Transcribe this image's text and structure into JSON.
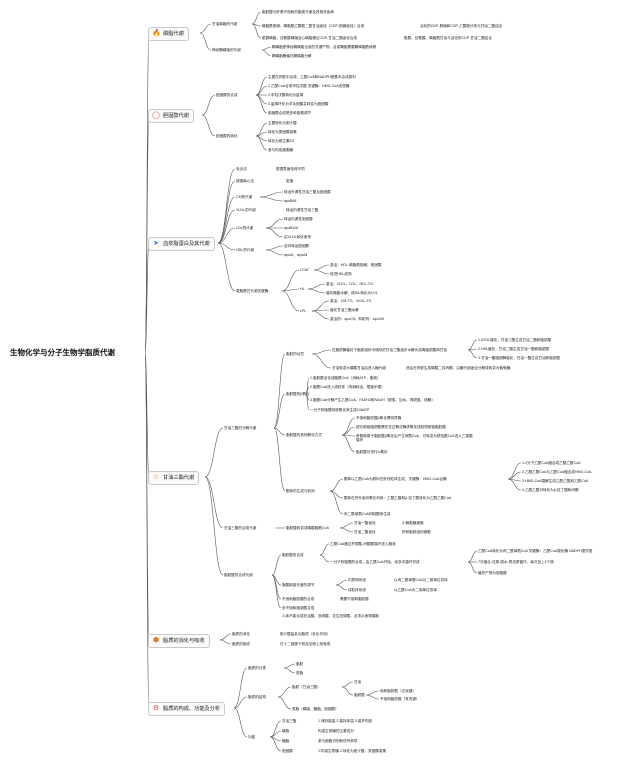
{
  "root": {
    "title": "生物化学与分子生物学脂质代谢"
  },
  "branches": {
    "b1": {
      "label": "磷脂代谢",
      "icon": "flame-icon",
      "icon_color": "#e0621f",
      "groups": {
        "g1": {
          "label": "甘油磷脂的代谢",
          "items": {
            "i1": "脂肪酸与肝素不饱和的脂类代谢及其相关疾病",
            "i2": "磷脂酰胆碱、磷脂酰乙醇胺二酰甘油途径（CDP-胆碱途径）合成",
            "i2b": "活化的CDP-胆碱和CDP-乙醇胺分别与甘油二酯结合",
            "i3": "肌醇磷脂、丝氨酸磷脂及心磷脂通过CDP-甘油二酯途径合成",
            "i3b": "肌醇、丝氨酸、磷脂酰甘油与活化的CDP-甘油二酯结合"
          }
        },
        "g2": {
          "label": "神经鞘磷脂的代谢",
          "items": {
            "i1": "鞘磷脂是神经鞘磷脂合成的关键产物，合成鞘脂需要鞘磷脂酰转移",
            "i2": "鞘磷脂酶催化鞘磷脂分解"
          }
        }
      }
    },
    "b2": {
      "label": "胆固醇代谢",
      "icon": "steroid-ring-icon",
      "icon_color": "#d9534f",
      "groups": {
        "g1": {
          "label": "胆固醇的合成",
          "items": {
            "i1": "主要在肝脏中合成，乙酰CoA和NADPH是基本合成原料",
            "i2": "1.乙酰CoA合成甲羟戊酸 关键酶：HMG-CoA还原酶",
            "i3": "2.甲羟戊酸转化为鲨烯",
            "i4": "3.鲨烯环化为羊毛固醇并转变为胆固醇",
            "i5": "胆固醇合成受多种因素调节"
          }
        },
        "g2": {
          "label": "胆固醇的转化",
          "items": {
            "i1": "主要转化为胆汁酸",
            "i2": "转化为类固醇激素",
            "i3": "转化为维生素D3",
            "i4": "参与构成细胞膜"
          }
        }
      }
    },
    "b3": {
      "label": "血浆脂蛋白及其代谢",
      "icon": "paper-plane-icon",
      "icon_color": "#3a7bd5",
      "groups": {
        "g1": {
          "label": "电泳法",
          "items": {
            "i1": "根据表面电荷不同"
          }
        },
        "g2": {
          "label": "超速离心法",
          "items": {
            "i1": "密度"
          }
        },
        "g3": {
          "label": "CM的代谢",
          "items": {
            "i1": "转运外源性甘油三酯及胆固醇",
            "i2": "apoB48"
          }
        },
        "g4": {
          "label": "VLDL的代谢",
          "items": {
            "i1": "转运内源性甘油三酯"
          }
        },
        "g5": {
          "label": "LDL的代谢",
          "items": {
            "i1": "转运内源性胆固醇",
            "i2": "apoB100",
            "i3": "由VLDL转化而来"
          }
        },
        "g6": {
          "label": "HDL的代谢",
          "items": {
            "i1": "逆向转运胆固醇",
            "i2": "apoAⅠ、apoAⅡ"
          }
        },
        "g7": {
          "label": "载脂蛋白代谢关键酶",
          "subs": {
            "s1": {
              "label": "LCAT",
              "items": {
                "i1": "激活：HDL·磷脂酰胆碱、胆固醇",
                "i2": "促进HDL成熟"
              }
            },
            "s2": {
              "label": "HL",
              "items": {
                "i1": "激活：VLDL、LDL、HDL-TG",
                "i2": "催化磷脂水解，使IDL转化为LDL"
              }
            },
            "s3": {
              "label": "LPL",
              "items": {
                "i1": "激活：CM-TG、VLDL-TG",
                "i2": "催化甘油三酯水解",
                "i3": "激活剂：apoCⅡ；抑制剂：apoCⅢ"
              }
            }
          }
        }
      }
    },
    "b4": {
      "label": "甘油三酯代谢",
      "icon": "star-icon",
      "icon_color": "#e64a19",
      "groups": {
        "g1": {
          "label": "甘油三酯的分解代谢",
          "subs": {
            "s1": {
              "label": "脂肪的动员",
              "items": {
                "i1": "在脂肪酶催化下脂肪组织中储存的甘油三酯逐步水解为游离脂肪酸和甘油",
                "i1a": "1.ATGL催化，甘油三酯生成甘油二酯和脂肪酸",
                "i1b": "2.HSL催化，甘油二酯生成甘油一酯和脂肪酸",
                "i1c": "3.甘油一酯脂肪酶催化，甘油一酯生成甘油和脂肪酸",
                "i2": "甘油转变为磷酸甘油后进入糖代谢",
                "i2b": "然后在肝脏生成磷酸二羟丙酮，沿糖代谢途径分解或转变为葡萄糖"
              }
            },
            "s2": {
              "label": "脂肪酸的β氧化",
              "items": {
                "i1": "1.脂肪酸活化成脂酰CoA（消耗ATP，胞液）",
                "i2": "2.脂酰CoA进入线粒体（肉碱转运，限速步骤）",
                "i3": "3.脂酰CoA分解产生乙酰CoA、FADH2和NADH（脱氢、加水、再脱氢、硫解）",
                "i4": "一分子软脂酸彻底氧化净生成106ATP"
              }
            },
            "s3": {
              "label": "脂肪酸的其他氧化方式",
              "items": {
                "i1": "不饱和脂肪酸β氧化需特异酶",
                "i2": "超长碳链脂肪酸需先在过氧化酶体氧化成较短碳链脂肪酸",
                "i3": "奇数碳原子脂肪酸β氧化后产生丙酰CoA，可转变为琥珀酰CoA进入三羧酸循环",
                "i4": "脂肪酸可进行ω氧化"
              }
            },
            "s4": {
              "label": "酮体的生成与利用",
              "items": {
                "i1": "酮体以乙酰CoA为原料在肝线粒体生成，关键酶：HMG-CoA合酶",
                "i1a": "1.2分子乙酰CoA缩合成乙酰乙酰CoA",
                "i1b": "2.乙酰乙酰CoA与乙酰CoA缩合成HMG-CoA",
                "i1c": "3.HMG-CoA裂解生成乙酰乙酸和乙酰CoA",
                "i1d": "4.乙酰乙酸可转化为β-羟丁酸和丙酮",
                "i2": "酮体在肝外组织氧化利用：乙酰乙酸和β-羟丁酸转化为乙酰乙酰CoA",
                "i3": "丙二酰单酰CoA抑制酮体生成"
              }
            }
          }
        },
        "g2": {
          "label": "甘油三酯的合成代谢",
          "subs": {
            "s1": {
              "label": "脂肪酸转变成磷酸脂酰CoA",
              "items": {
                "i1": "甘油一酯途径",
                "i1b": "小肠黏膜细胞",
                "i2": "甘油二酯途径",
                "i2b": "肝和脂肪组织细胞"
              }
            }
          }
        },
        "g3": {
          "label": "脂肪酸的合成代谢",
          "subs": {
            "s1": {
              "label": "脂肪酸的合成",
              "items": {
                "i1": "乙酰CoA通过柠檬酸-丙酮酸循环进入胞液",
                "i2": "一分子软脂酸的合成，由乙酰CoA开始，经多次循环完成",
                "i2a": "乙酰CoA转化为丙二酰单酰CoA 关键酶：乙酰CoA羧化酶 NADPH提供氢",
                "i2b": "7次缩合-还原-脱水-再还原循环，每次加上2个碳",
                "i2c": "最终产物为软脂酸"
              }
            },
            "s2": {
              "label": "脂酸碳链长度的调节",
              "items": {
                "i1": "内质网系统",
                "i1b": "以丙二酰单酰CoA为二碳单位供体",
                "i2": "线粒体系统",
                "i2b": "以乙酰CoA为二碳单位供体"
              }
            },
            "s3": {
              "label": "不饱和脂肪酸的合成",
              "items": {
                "i1": "需要不饱和脂肪酸"
              }
            },
            "s4": {
              "label": "多不饱和脂肪酸合成",
              "items": {
                "i1": "人体不能合成亚油酸、亚麻酸、花生四烯酸，必须从食物摄取"
              }
            }
          }
        }
      }
    },
    "b5": {
      "label": "脂质的消化与吸收",
      "icon": "hexagon-icon",
      "icon_color": "#e07a1f",
      "groups": {
        "g1": {
          "label": "脂质的消化",
          "items": {
            "i1": "胆汁酸盐乳化脂质（乳化作用）"
          }
        },
        "g2": {
          "label": "脂质的吸收",
          "items": {
            "i1": "在十二指肠下段及空肠上段吸收"
          }
        }
      }
    },
    "b6": {
      "label": "脂质的构成、功能及分析",
      "icon": "gear-icon",
      "icon_color": "#d9534f",
      "groups": {
        "g1": {
          "label": "脂质的分类",
          "items": {
            "i1": "脂肪",
            "i2": "类脂"
          }
        },
        "g2": {
          "label": "脂质的结构",
          "items": {
            "i1": "脂肪（甘油三酯）",
            "i1a": "甘油",
            "i1b": "饱和脂肪酸（无双键）",
            "i1c": "不饱和脂肪酸（有双键）",
            "i2": "脂肪酸",
            "i3": "类脂（磷脂、糖脂、胆固醇）"
          }
        },
        "g3": {
          "label": "功能",
          "items": {
            "i1": "甘油三酯",
            "i1b": "1.储存能量 2.保持体温 3.保护内脏",
            "i2": "磷脂",
            "i2b": "构成生物膜的主要成分",
            "i3": "糖脂",
            "i3b": "参与细胞识别和信号转导",
            "i4": "胆固醇",
            "i4b": "1.构成生物膜 2.转化为胆汁酸、类固醇激素"
          }
        }
      }
    }
  }
}
